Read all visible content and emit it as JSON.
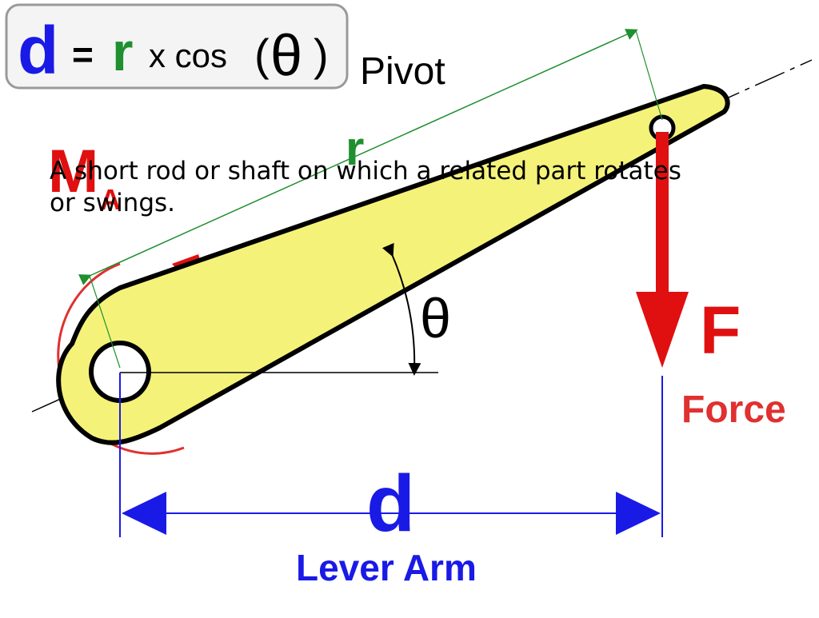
{
  "slide": {
    "title": "Pivot",
    "body": "A short rod or shaft on which a related part rotates or swings."
  },
  "diagram": {
    "formula": {
      "d": "d",
      "equals": "=",
      "r": "r",
      "times_cos": "x cos",
      "open_paren": "(",
      "theta": "θ",
      "close_paren": ")"
    },
    "labels": {
      "radius": "r",
      "moment_M": "M",
      "moment_sub": "A",
      "angle": "θ",
      "force_symbol": "F",
      "force_word": "Force",
      "distance_symbol": "d",
      "lever_arm": "Lever Arm"
    },
    "colors": {
      "lever_fill": "#f5f27a",
      "outline": "#000000",
      "force": "#e01010",
      "moment": "#e03030",
      "dimension": "#1a1ae6",
      "radius_line": "#1f8f2f",
      "formula_d": "#1a1ae6",
      "formula_r": "#1f8f2f"
    }
  }
}
